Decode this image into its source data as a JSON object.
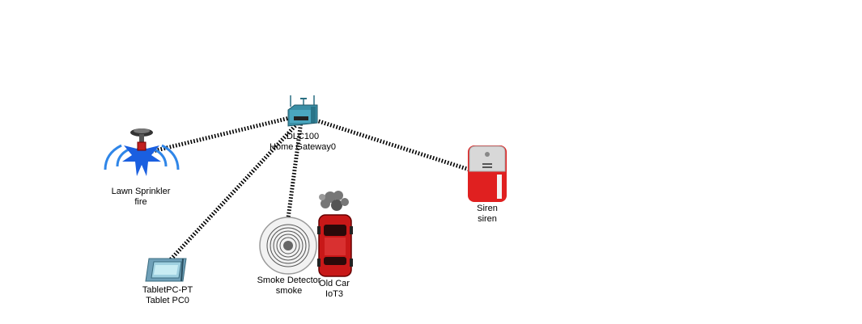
{
  "devices": {
    "gateway": {
      "model": "DLC100",
      "name": "Home Gateway0",
      "icon": "home-gateway-icon"
    },
    "sprinkler": {
      "model": "Lawn Sprinkler",
      "name": "fire",
      "icon": "lawn-sprinkler-icon"
    },
    "siren": {
      "model": "Siren",
      "name": "siren",
      "icon": "siren-icon"
    },
    "tablet": {
      "model": "TabletPC-PT",
      "name": "Tablet PC0",
      "icon": "tablet-icon"
    },
    "smoke_detector": {
      "model": "Smoke Detector",
      "name": "smoke",
      "icon": "smoke-detector-icon"
    },
    "car": {
      "model": "Old Car",
      "name": "IoT3",
      "icon": "old-car-icon"
    }
  },
  "colors": {
    "link": "#000000",
    "gateway": "#3a8fa6",
    "sprinkler_spray": "#2f86e8",
    "siren_red": "#e02020",
    "car_red": "#c81818"
  }
}
